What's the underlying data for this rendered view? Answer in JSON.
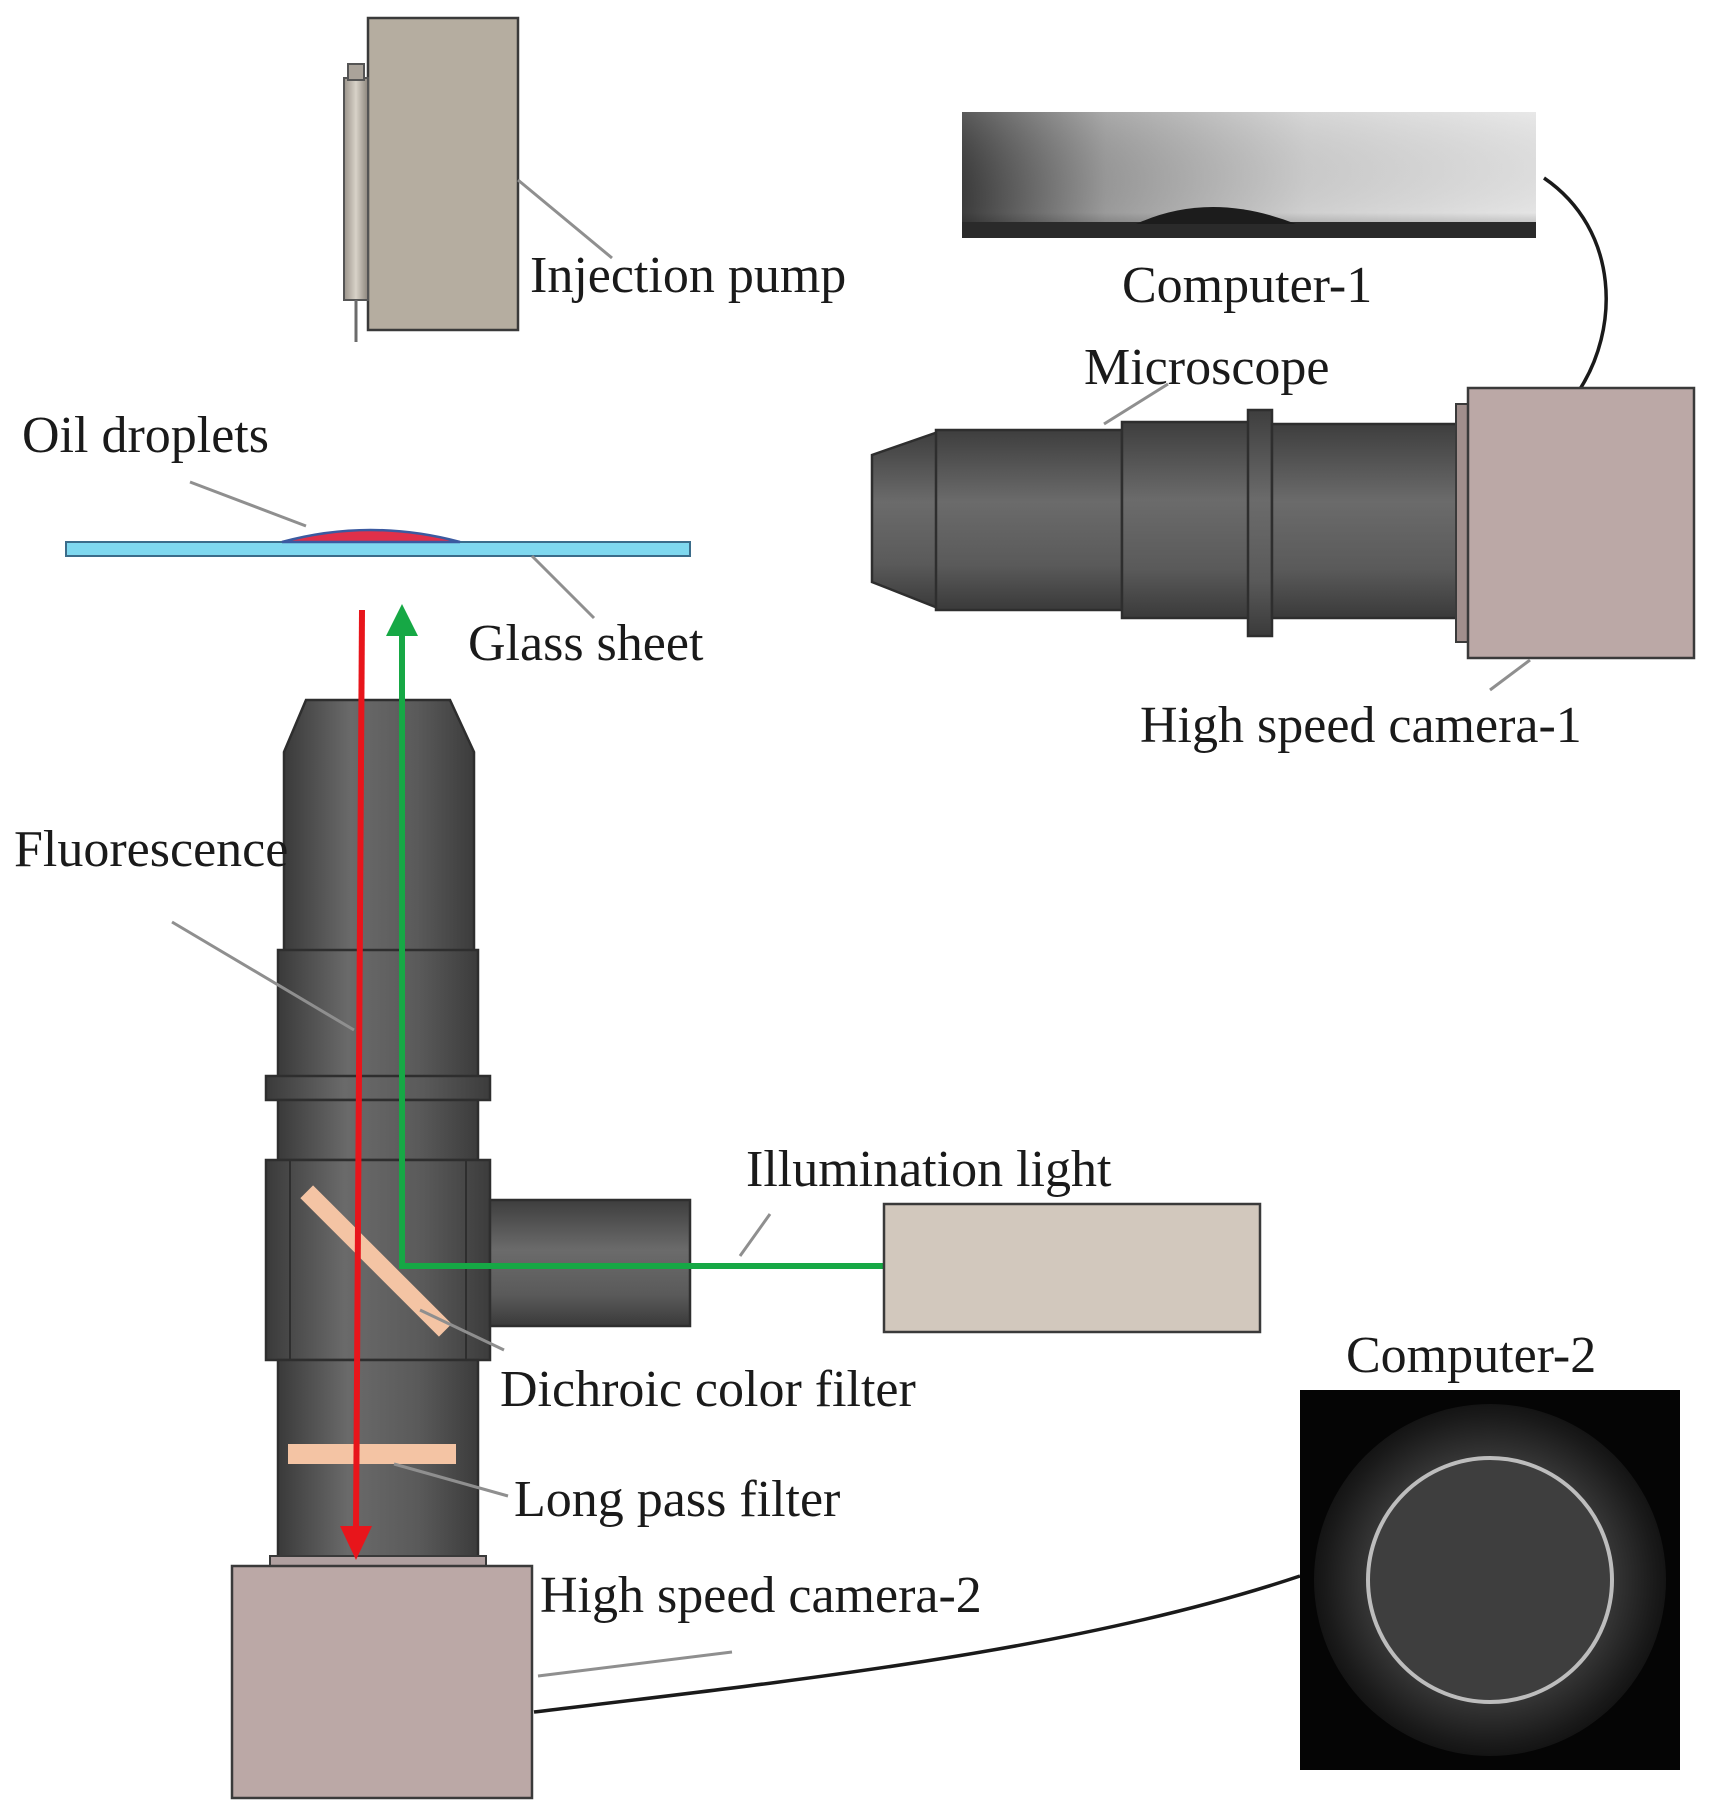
{
  "labels": {
    "injection_pump": "Injection pump",
    "computer_1": "Computer-1",
    "microscope": "Microscope",
    "oil_droplets": "Oil droplets",
    "glass_sheet": "Glass sheet",
    "high_speed_camera_1": "High speed camera-1",
    "fluorescence": "Fluorescence",
    "illumination_light": "Illumination light",
    "dichroic_color_filter": "Dichroic color filter",
    "long_pass_filter": "Long pass filter",
    "high_speed_camera_2": "High speed camera-2",
    "computer_2": "Computer-2"
  },
  "colors": {
    "fluorescence_beam": "#e8151b",
    "illumination_beam": "#16a845",
    "camera_body": "#bba8a6",
    "pump_body": "#b5ada0",
    "lamp_body": "#d2c8bd",
    "glass_sheet": "#7fd8ef",
    "oil_droplet": "#e0304a",
    "filter": "#f4c4a4",
    "optics_body": "#5d5d5d"
  }
}
